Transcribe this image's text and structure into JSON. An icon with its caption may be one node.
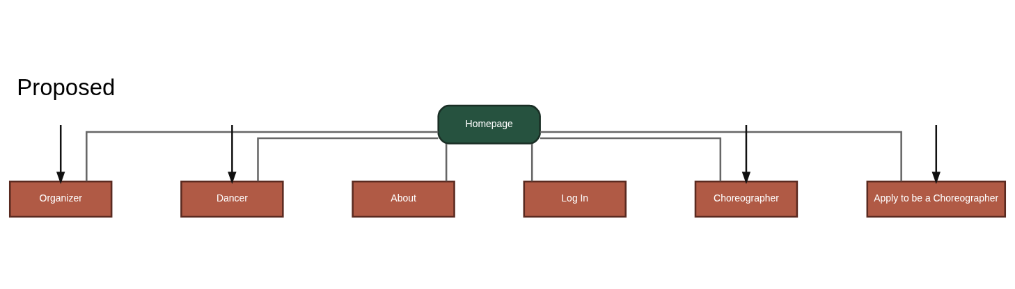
{
  "diagram": {
    "title": "Proposed",
    "nodes": [
      {
        "text": [
          "Homepage"
        ]
      },
      {
        "text": [
          "About"
        ]
      },
      {
        "text": [
          "Organizer"
        ]
      },
      {
        "text": [
          "Dancer"
        ]
      },
      {
        "text": [
          "Choreographer"
        ]
      },
      {
        "text": [
          "Log In"
        ]
      },
      {
        "text": [
          "Apply to be a Choreographer"
        ]
      }
    ],
    "edges": [
      {
        "from": 0,
        "to": 1,
        "arrow": "none"
      },
      {
        "from": 0,
        "to": 2,
        "arrow": "none"
      },
      {
        "from": 0,
        "to": 3,
        "arrow": "none"
      },
      {
        "from": 0,
        "to": 4,
        "arrow": "none"
      },
      {
        "from": 0,
        "to": 5,
        "arrow": "none"
      },
      {
        "from": 0,
        "to": 6,
        "arrow": "none"
      },
      {
        "from": null,
        "to": 2,
        "arrow": "to",
        "color": "#111111"
      },
      {
        "from": null,
        "to": 3,
        "arrow": "to",
        "color": "#111111"
      },
      {
        "from": null,
        "to": 4,
        "arrow": "to",
        "color": "#111111"
      },
      {
        "from": null,
        "to": 6,
        "arrow": "to",
        "color": "#111111"
      }
    ]
  }
}
